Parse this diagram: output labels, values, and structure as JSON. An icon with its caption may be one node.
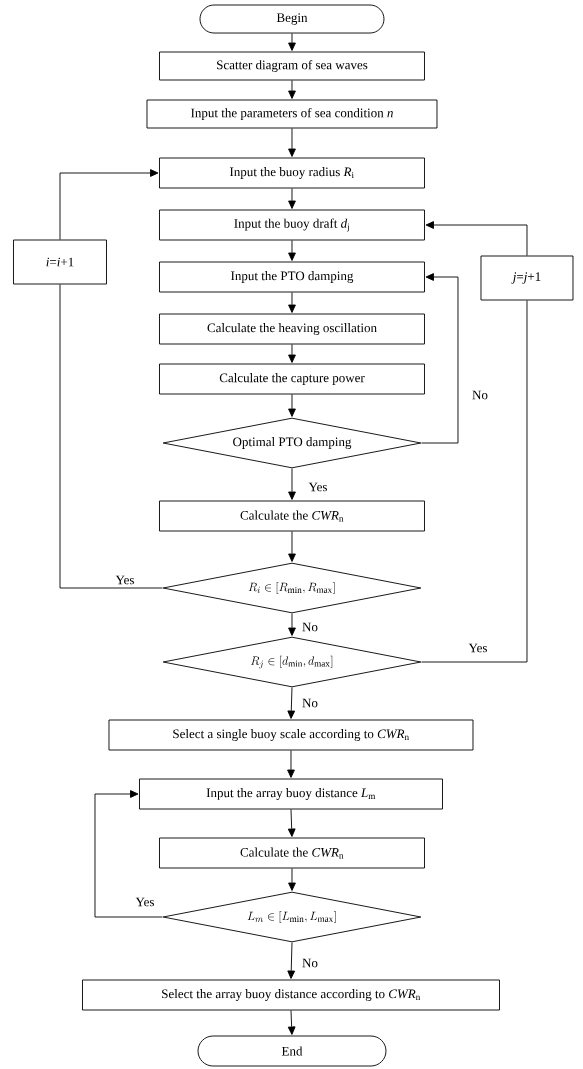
{
  "diagram": {
    "nodes": [
      {
        "text": [
          "Begin"
        ]
      },
      {
        "text": [
          "Scatter diagram of sea waves"
        ]
      },
      {
        "text": [
          "Input the parameters of sea condition *n*"
        ]
      },
      {
        "text": [
          "Input the buoy radius *R*$_{i}$"
        ]
      },
      {
        "text": [
          "Input the buoy draft *d*$_{j}$"
        ]
      },
      {
        "text": [
          "*i*=*i*+1"
        ]
      },
      {
        "text": [
          "Input the PTO damping"
        ]
      },
      {
        "text": [
          "*j*=*j*+1"
        ]
      },
      {
        "text": [
          "Calculate the heaving oscillation"
        ]
      },
      {
        "text": [
          "Calculate the capture power"
        ]
      },
      {
        "text": [
          "Optimal PTO damping"
        ]
      },
      {
        "text": [
          "Calculate the *CWR*$_{n}$"
        ]
      },
      {
        "text": [
          "R_i \\in [R_{\\min}, R_{\\max}]"
        ]
      },
      {
        "text": [
          "R_j \\in [d_{\\min}, d_{\\max}]"
        ]
      },
      {
        "text": [
          "Select a single buoy scale according to *CWR*$_{n}$"
        ]
      },
      {
        "text": [
          "Input the array buoy distance *L*$_{m}$"
        ]
      },
      {
        "text": [
          "Calculate the *CWR*$_{n}$"
        ]
      },
      {
        "text": [
          "L_m \\in [L_{\\min}, L_{\\max}]"
        ]
      },
      {
        "text": [
          "Select the array buoy distance according to *CWR*$_{n}$"
        ]
      },
      {
        "text": [
          "End"
        ]
      }
    ],
    "edges": [
      {
        "from": 0,
        "to": 1,
        "arrow": "to"
      },
      {
        "from": 1,
        "to": 2,
        "arrow": "to"
      },
      {
        "from": 2,
        "to": 3,
        "arrow": "to"
      },
      {
        "from": 3,
        "to": 4,
        "arrow": "to"
      },
      {
        "from": 4,
        "to": 6,
        "arrow": "to"
      },
      {
        "from": 6,
        "to": 8,
        "arrow": "to"
      },
      {
        "from": 8,
        "to": 9,
        "arrow": "to"
      },
      {
        "from": 9,
        "to": 10,
        "arrow": "to"
      },
      {
        "from": 10,
        "to": 6,
        "arrow": "to",
        "label": "No"
      },
      {
        "from": 10,
        "to": 11,
        "arrow": "to",
        "label": "Yes"
      },
      {
        "from": 11,
        "to": 12,
        "arrow": "to"
      },
      {
        "from": 12,
        "to": 5,
        "arrow": "none",
        "label": "Yes"
      },
      {
        "from": 5,
        "to": 3,
        "arrow": "to"
      },
      {
        "from": 12,
        "to": 13,
        "arrow": "to",
        "label": "No"
      },
      {
        "from": 13,
        "to": 7,
        "arrow": "none",
        "label": "Yes"
      },
      {
        "from": 7,
        "to": 4,
        "arrow": "to"
      },
      {
        "from": 13,
        "to": 14,
        "arrow": "to",
        "label": "No"
      },
      {
        "from": 14,
        "to": 15,
        "arrow": "to"
      },
      {
        "from": 15,
        "to": 16,
        "arrow": "to"
      },
      {
        "from": 16,
        "to": 17,
        "arrow": "to"
      },
      {
        "from": 17,
        "to": 15,
        "arrow": "to",
        "label": "Yes"
      },
      {
        "from": 17,
        "to": 18,
        "arrow": "to",
        "label": "No"
      },
      {
        "from": 18,
        "to": 19,
        "arrow": "to"
      }
    ]
  }
}
